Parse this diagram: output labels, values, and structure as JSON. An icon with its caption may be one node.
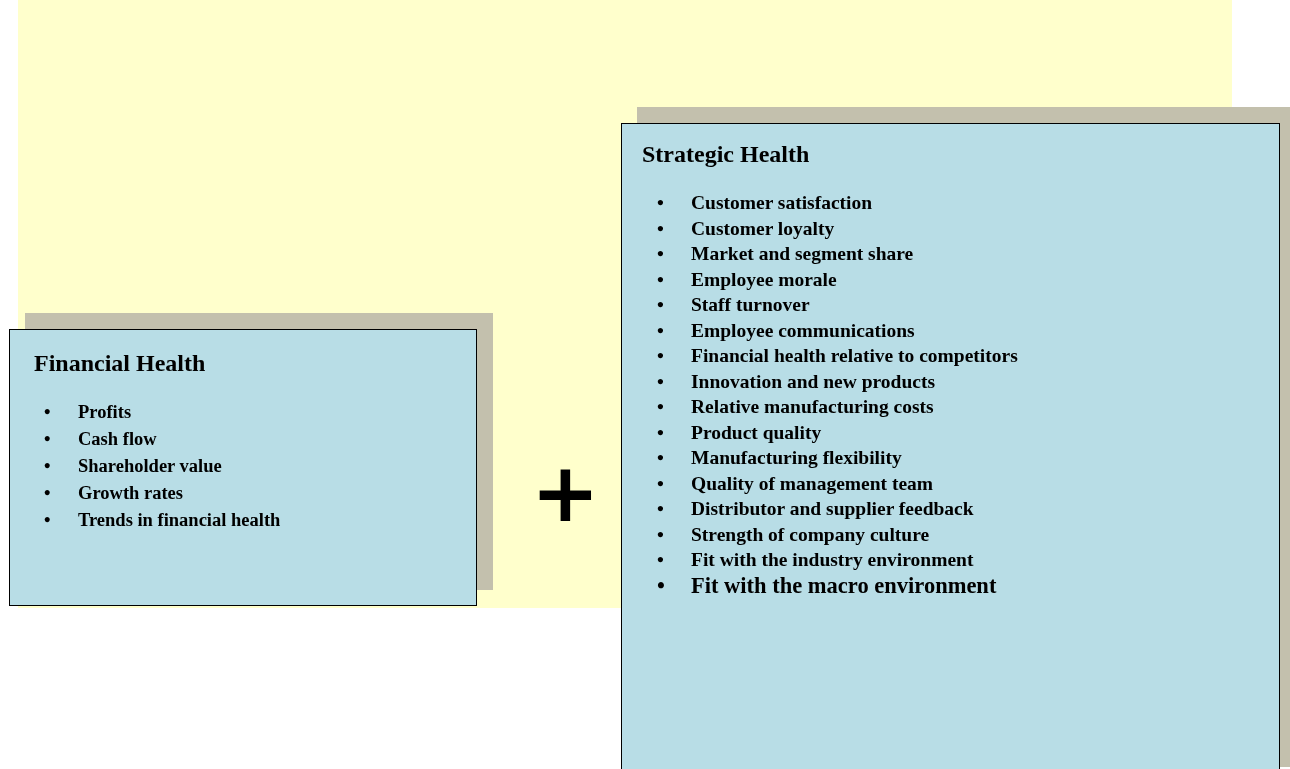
{
  "diagram": {
    "nodes": [
      {
        "text": [
          "Financial Health",
          "Profits",
          "Cash flow",
          "Shareholder value",
          "Growth rates",
          "Trends in financial health"
        ]
      },
      {
        "text": [
          "Strategic Health",
          "Customer satisfaction",
          "Customer loyalty",
          "Market and segment share",
          "Employee morale",
          "Staff turnover",
          "Employee communications",
          "Financial health relative to competitors",
          "Innovation and new products",
          "Relative manufacturing costs",
          "Product quality",
          "Manufacturing flexibility",
          "Quality of management team",
          "Distributor and supplier feedback",
          "Strength of company culture",
          "Fit with the industry environment",
          "Fit with the macro environment"
        ]
      }
    ],
    "edges": [],
    "labels": [
      "+",
      "•",
      "•",
      "•",
      "•",
      "•",
      "•",
      "•",
      "•",
      "•",
      "•",
      "•",
      "•",
      "•",
      "•",
      "•",
      "•",
      "•",
      "•",
      "•",
      "•",
      "•"
    ]
  }
}
